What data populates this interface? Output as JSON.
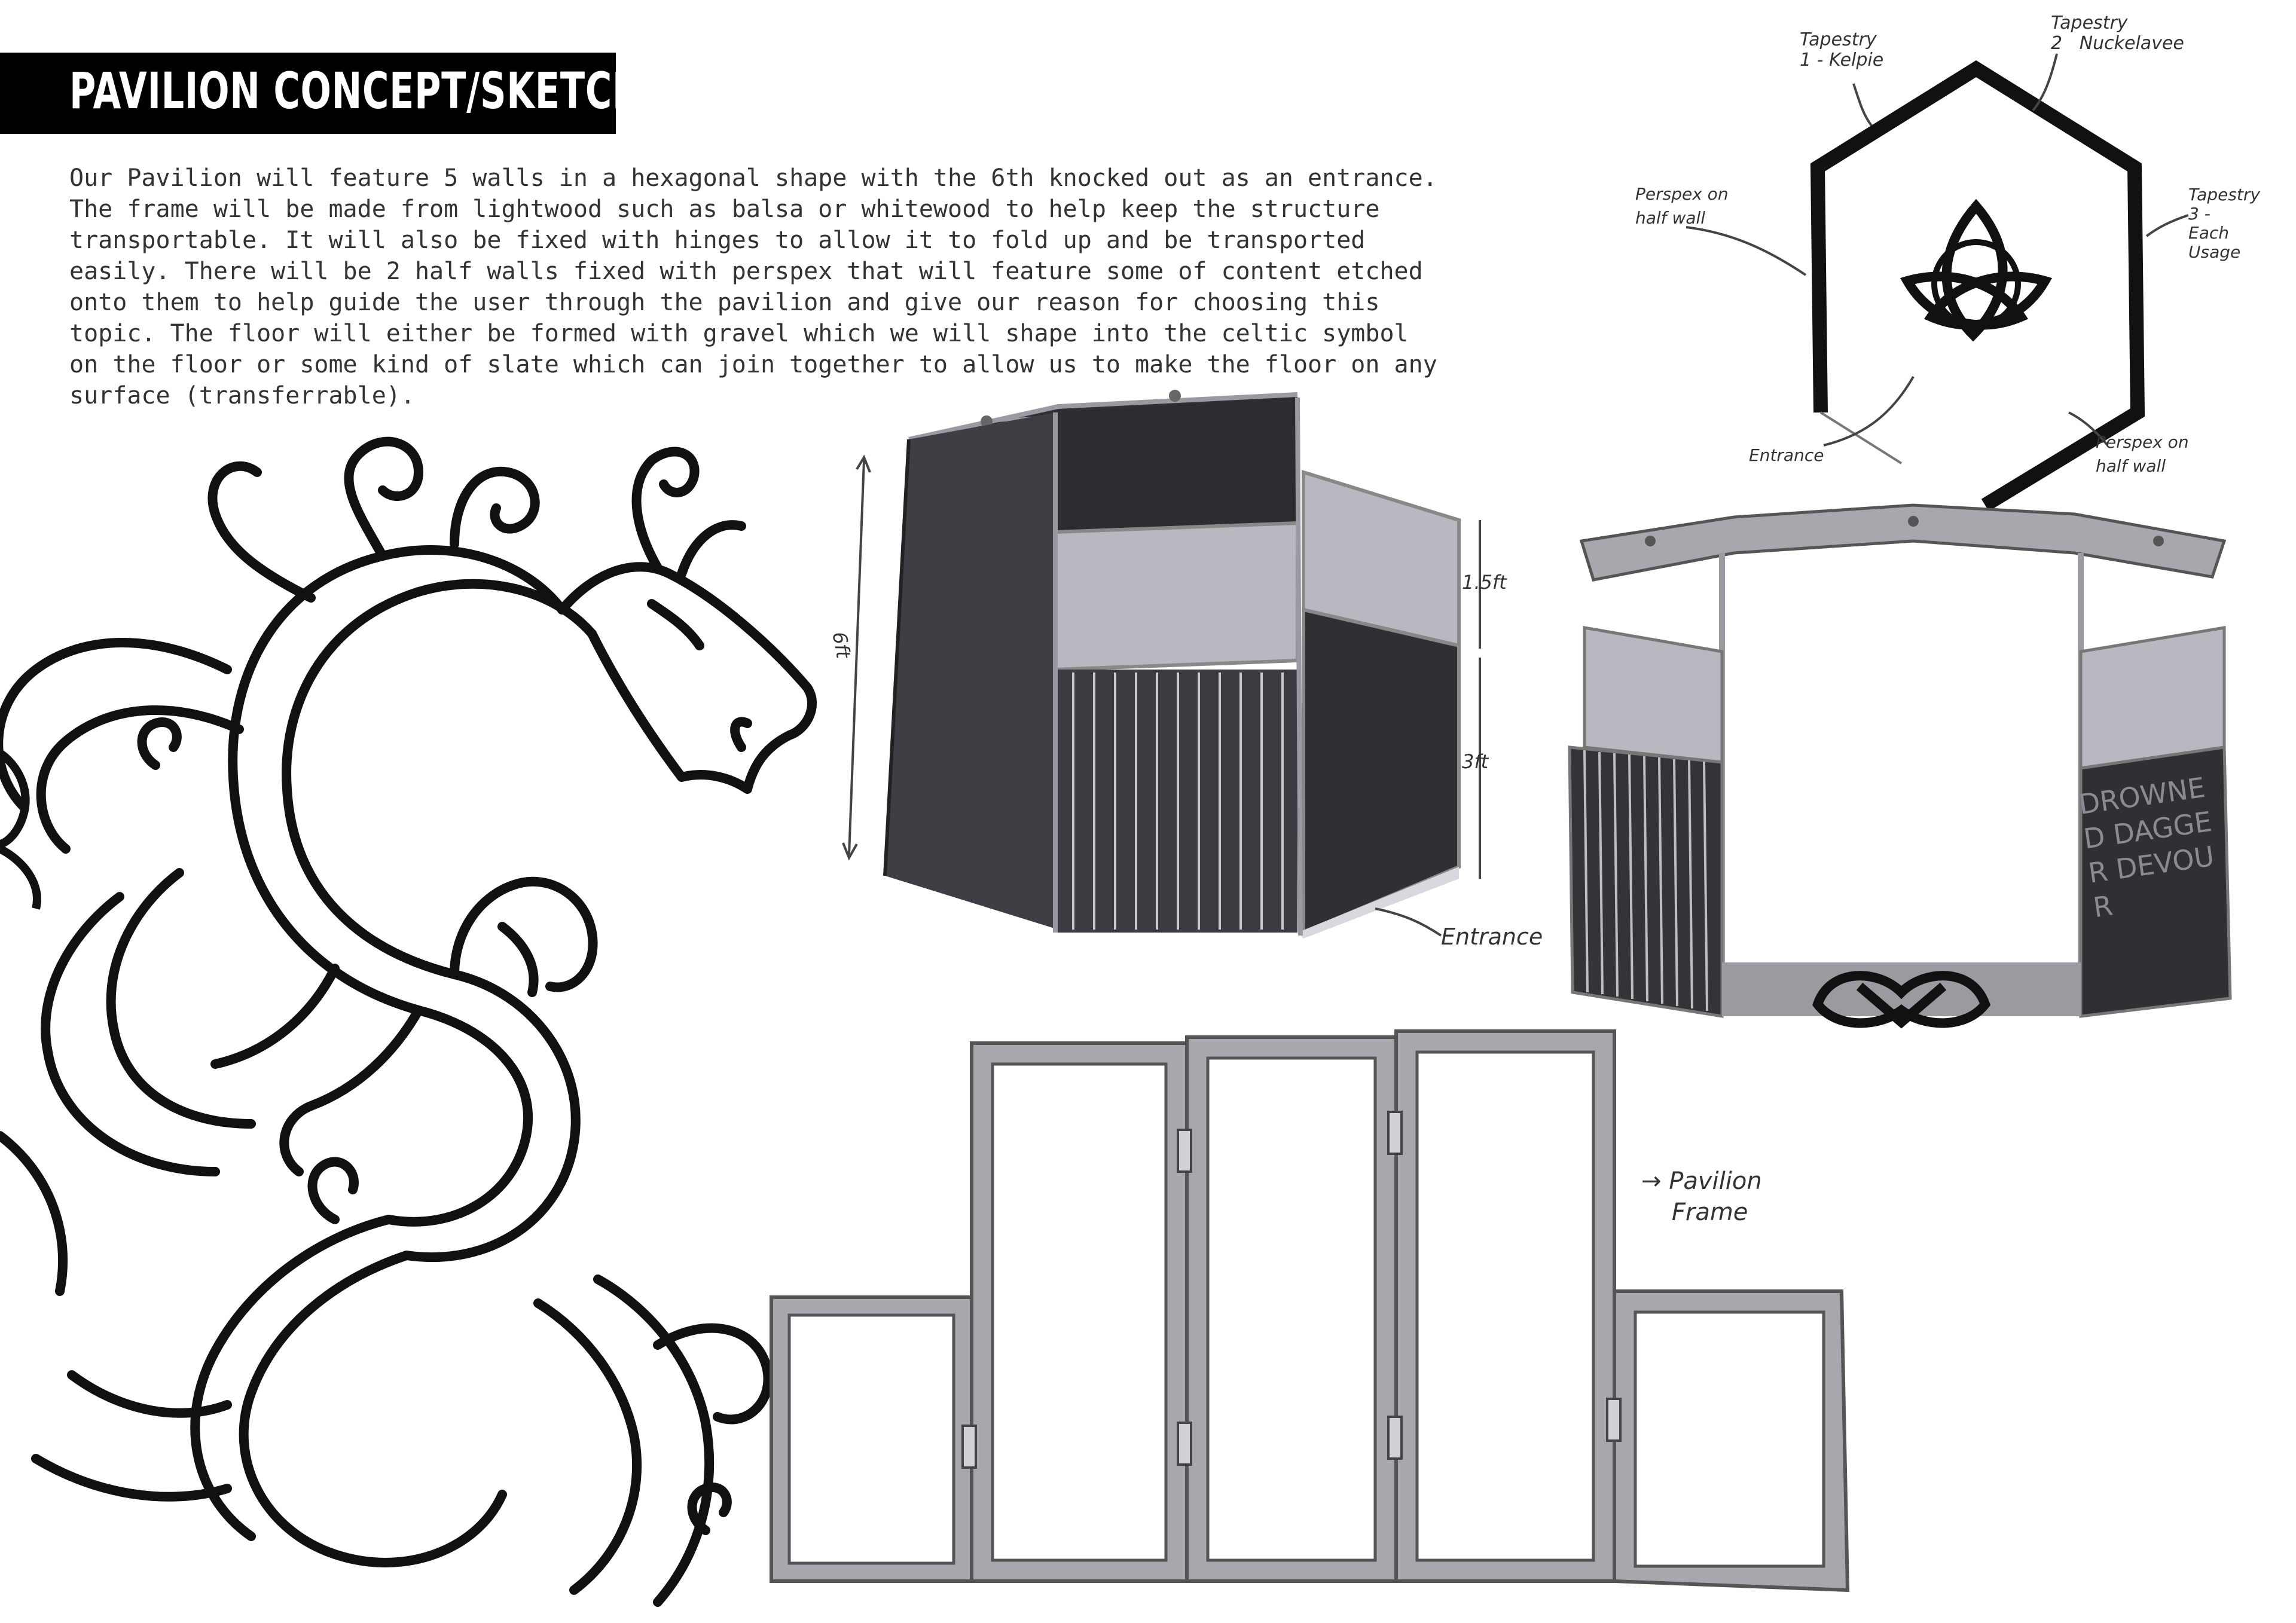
{
  "title": "PAVILION CONCEPT/SKETCHES",
  "intro": "Our Pavilion will feature 5 walls in a hexagonal shape with the 6th knocked out as an entrance.\nThe frame will be made from lightwood such as balsa or whitewood to help keep the structure\ntransportable. It will also be fixed with hinges to allow it to fold up and be transported\neasily. There will be 2 half walls fixed with perspex that will feature some of content etched\nonto them to help guide the user through the pavilion and give our reason for choosing this\ntopic. The floor will either be formed with gravel which we will shape into the celtic symbol\non the floor or some kind of slate which can join together to allow us to make the floor on any\nsurface (transferrable).",
  "hexagon_plan": {
    "tapestry1": "Tapestry\n1 - Kelpie",
    "tapestry2": "Tapestry\n2   Nuckelavee",
    "tapestry3": "Tapestry\n3 -\nEach\nUsage",
    "perspex_left": "Perspex on\nhalf wall",
    "perspex_right": "Perspex on\nhalf wall",
    "entrance": "Entrance"
  },
  "side_view": {
    "height_total": "6ft",
    "height_upper": "1.5ft",
    "height_lower": "3ft",
    "entrance": "Entrance"
  },
  "front_view": {
    "etched_text": "DROWNED DAGGER DEVOUR"
  },
  "frame": {
    "label": "→ Pavilion\n    Frame"
  },
  "colors": {
    "title_bg": "#000000",
    "title_fg": "#ffffff",
    "dark_panel": "#2f3033",
    "mid_panel": "#4a4c50",
    "light_panel": "#b9b8c0",
    "frame_grey": "#a8a7ae"
  }
}
